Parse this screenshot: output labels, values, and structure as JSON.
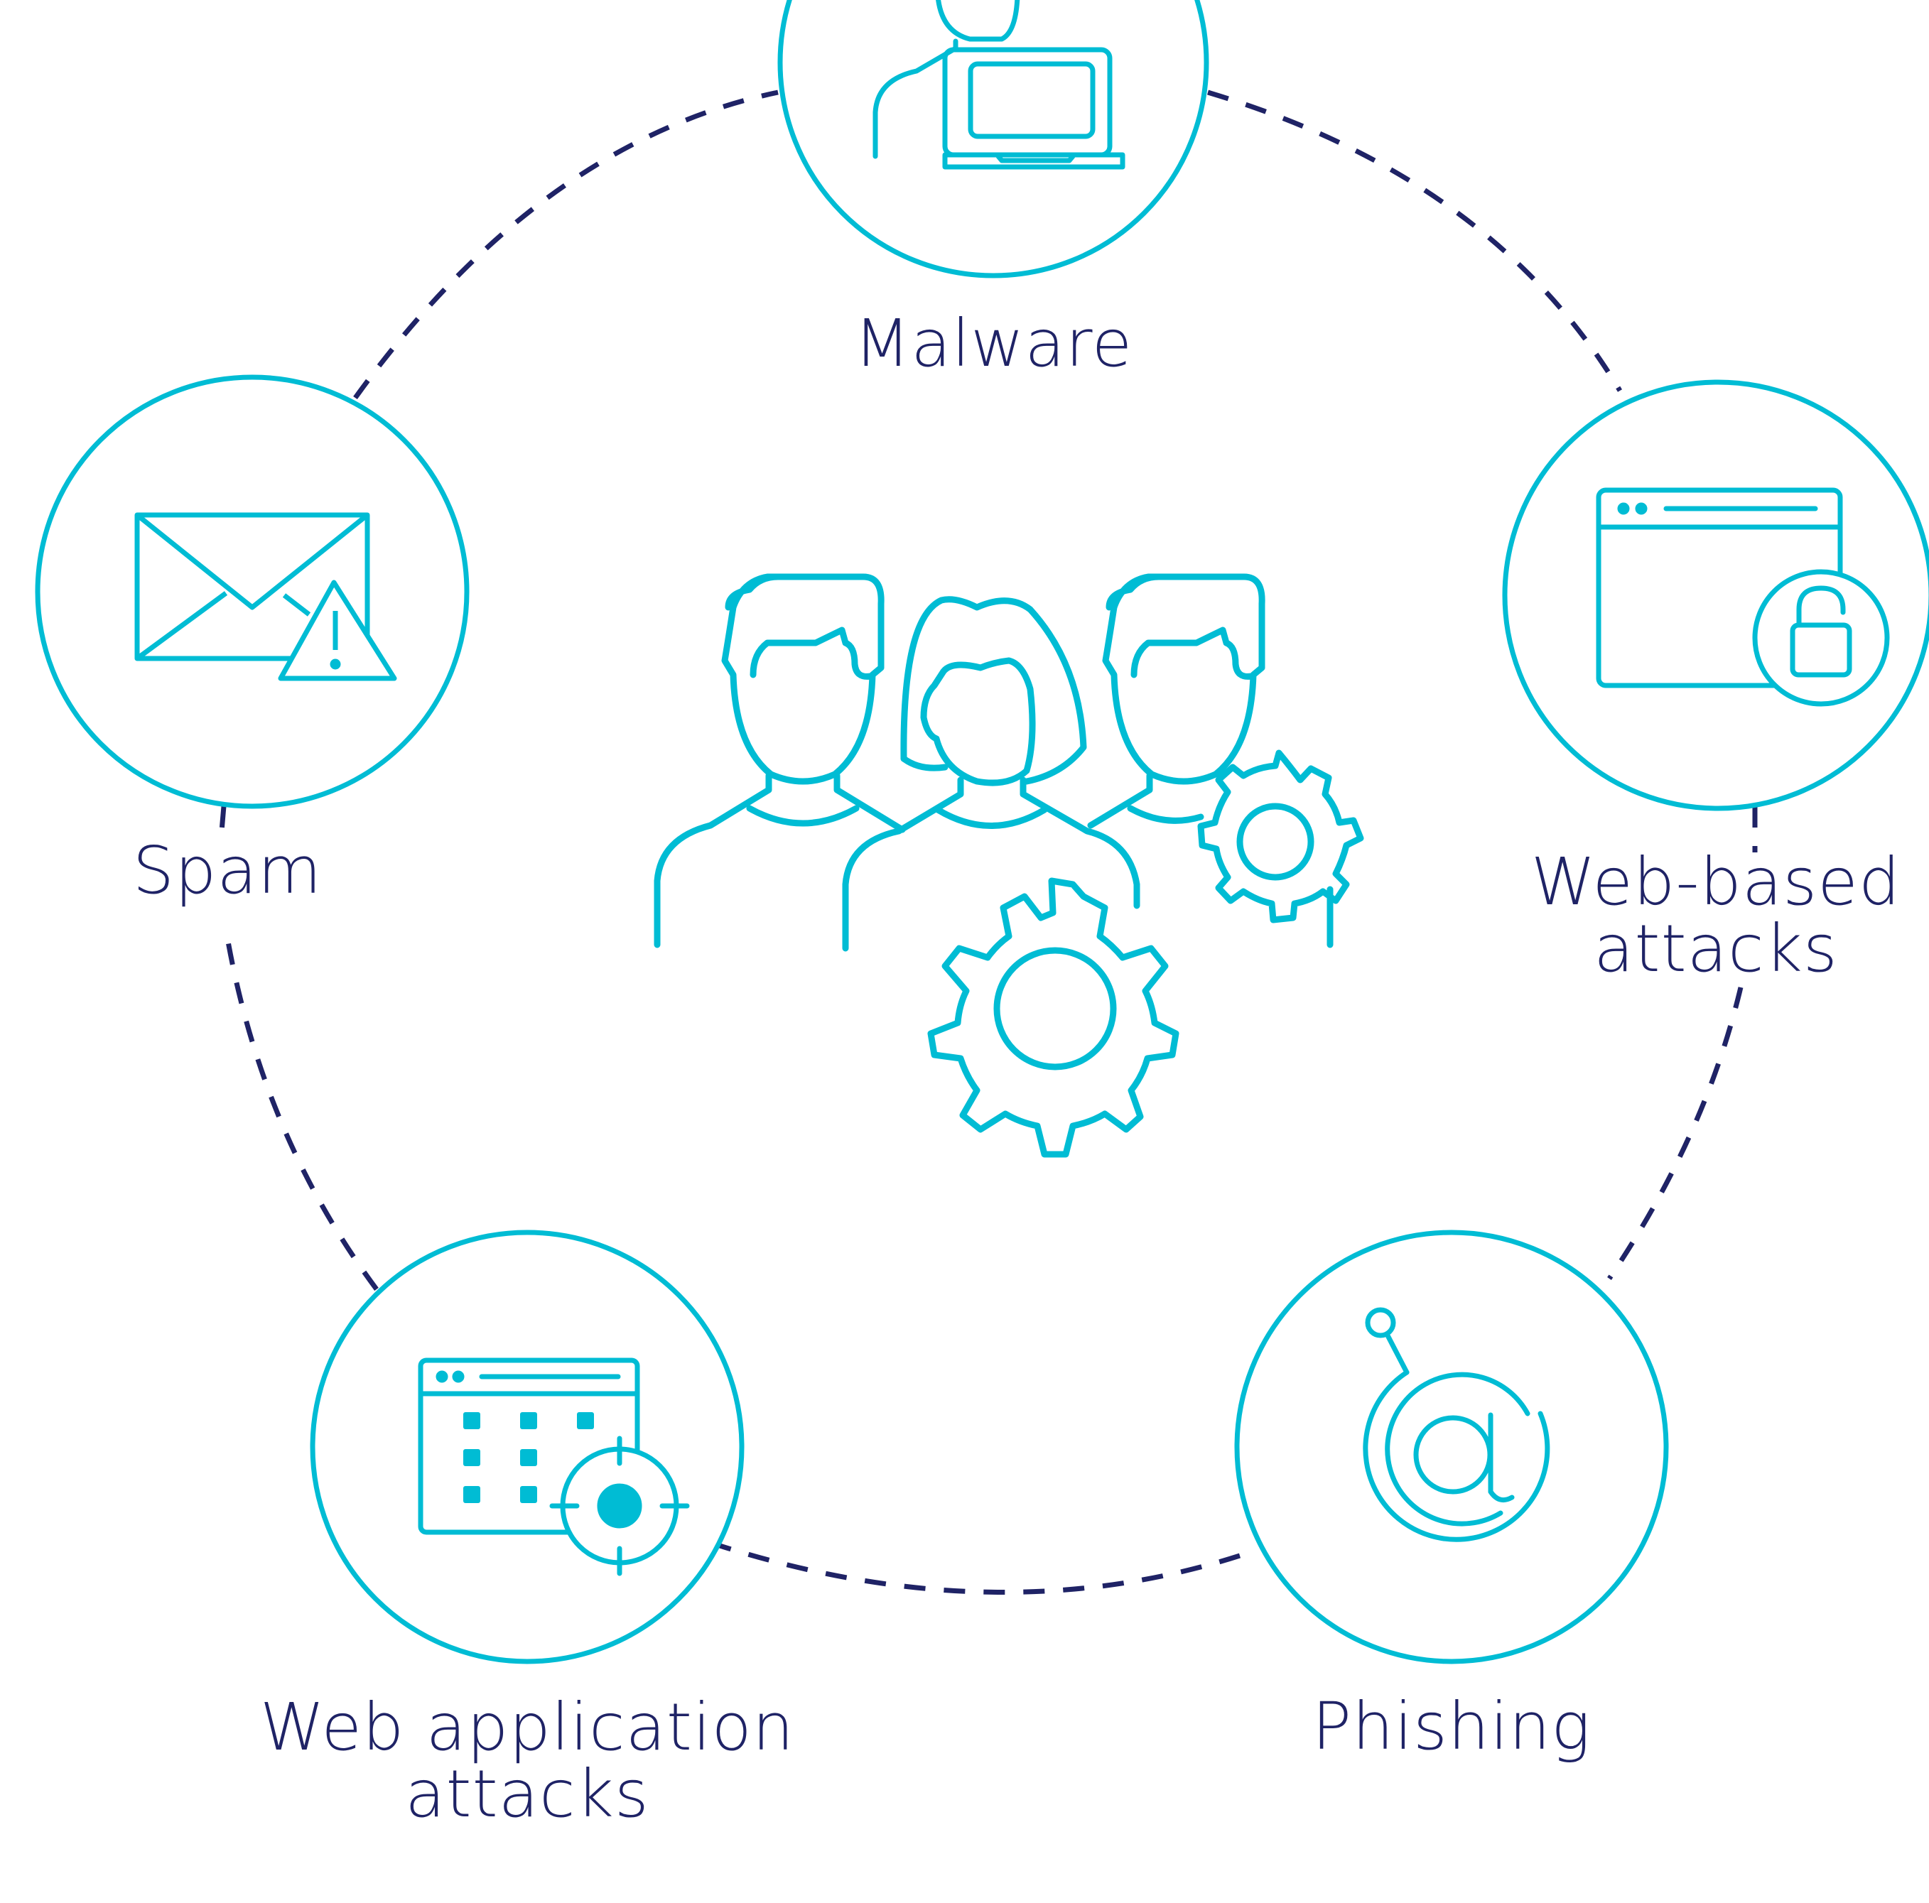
{
  "colors": {
    "accent": "#00bcd4",
    "dash": "#1f2366",
    "text": "#1f2366",
    "background": "#ffffff"
  },
  "center": {
    "icon": "team-with-gears-icon"
  },
  "nodes": [
    {
      "id": "malware",
      "label_lines": [
        "Malware"
      ],
      "icon": "hacker-at-laptop-icon"
    },
    {
      "id": "web-based",
      "label_lines": [
        "Web-based",
        "attacks"
      ],
      "icon": "browser-with-unlocked-padlock-icon"
    },
    {
      "id": "phishing",
      "label_lines": [
        "Phishing"
      ],
      "icon": "at-sign-with-hook-icon"
    },
    {
      "id": "web-app",
      "label_lines": [
        "Web application",
        "attacks"
      ],
      "icon": "browser-grid-with-target-icon"
    },
    {
      "id": "spam",
      "label_lines": [
        "Spam"
      ],
      "icon": "envelope-with-warning-icon"
    }
  ]
}
